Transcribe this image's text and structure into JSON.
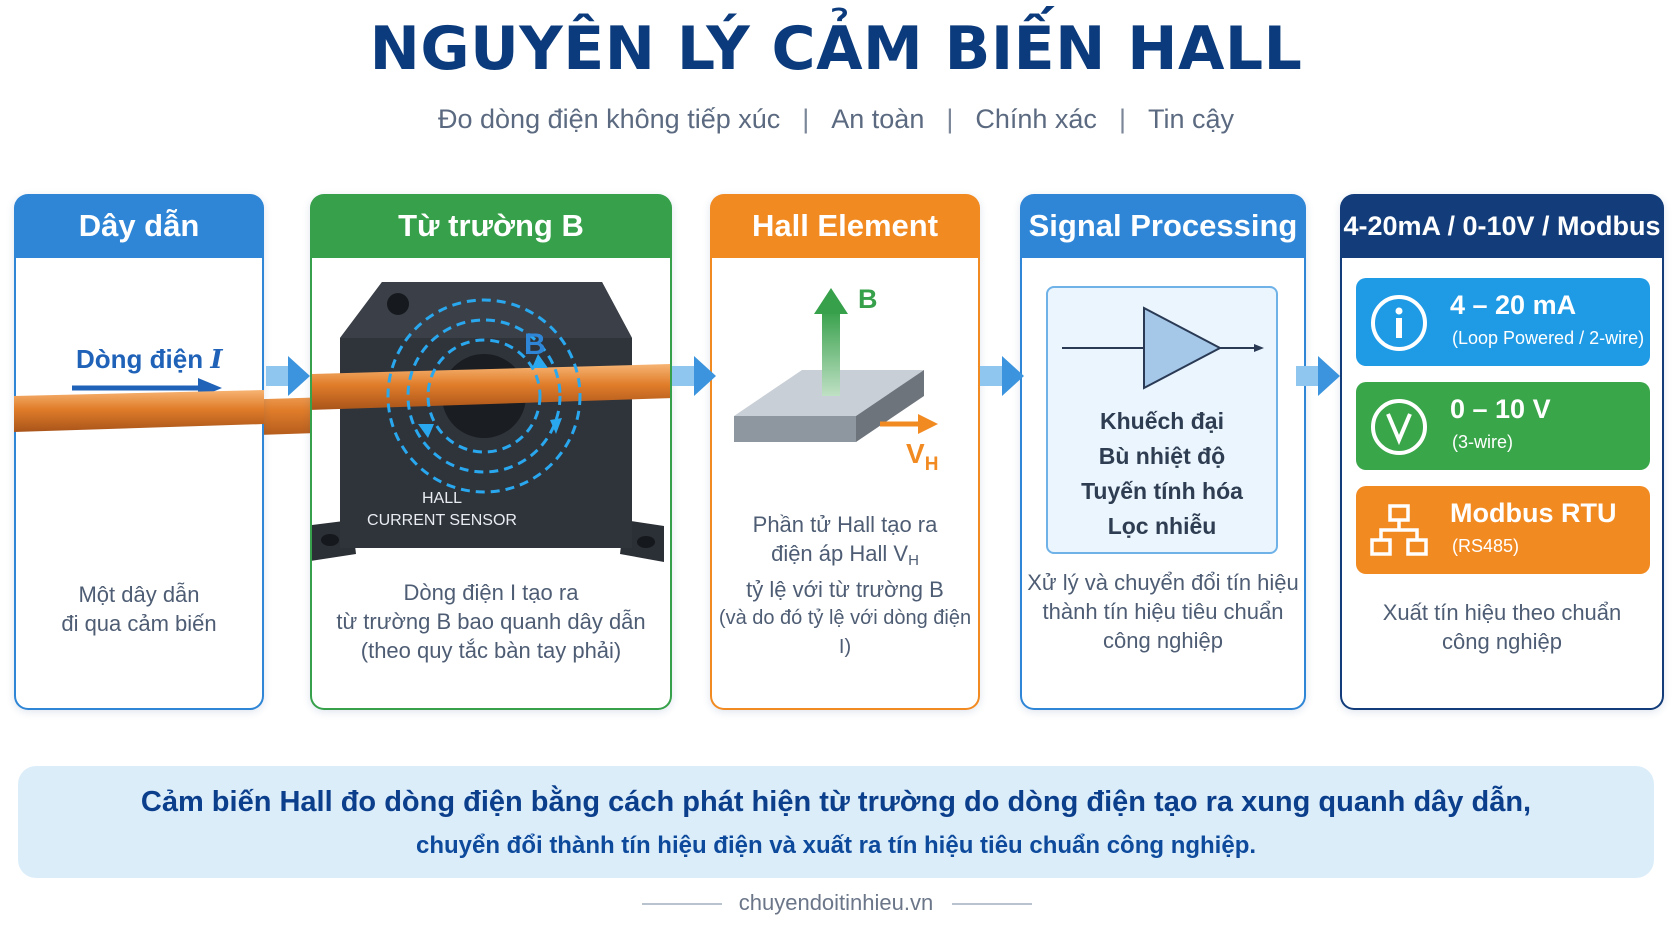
{
  "title": "NGUYÊN LÝ CẢM BIẾN HALL",
  "subtitle": {
    "parts": [
      "Đo dòng điện không tiếp xúc",
      "An toàn",
      "Chính xác",
      "Tin cậy"
    ],
    "separator": "|"
  },
  "panels": [
    {
      "header": "Dây dẫn",
      "current_label": "Dòng điện",
      "current_symbol": "I",
      "caption": [
        "Một dây dẫn",
        "đi qua cảm biến"
      ]
    },
    {
      "header": "Từ trường B",
      "field_label": "B",
      "sensor_text": [
        "HALL",
        "CURRENT SENSOR"
      ],
      "caption": [
        "Dòng điện I tạo ra",
        "từ trường B bao quanh dây dẫn",
        "(theo quy tắc bàn tay phải)"
      ]
    },
    {
      "header": "Hall Element",
      "field_label": "B",
      "voltage_label": "V",
      "voltage_sub": "H",
      "caption": [
        "Phần tử Hall tạo ra",
        "điện áp Hall V",
        "tỷ lệ với từ trường B",
        "(và do đó tỷ lệ với dòng điện I)"
      ],
      "caption_sub": "H"
    },
    {
      "header": "Signal Processing",
      "functions": [
        "Khuếch đại",
        "Bù nhiệt độ",
        "Tuyến tính hóa",
        "Lọc nhiễu"
      ],
      "caption": [
        "Xử lý và chuyển đổi tín hiệu",
        "thành tín hiệu tiêu chuẩn",
        "công nghiệp"
      ]
    },
    {
      "header": "4-20mA / 0-10V / Modbus",
      "outputs": [
        {
          "label": "4 – 20 mA",
          "note": "(Loop Powered / 2-wire)",
          "color": "#1f9be6",
          "icon": "info-circle-icon"
        },
        {
          "label": "0 – 10 V",
          "note": "(3-wire)",
          "color": "#3aa64a",
          "icon": "volt-circle-icon"
        },
        {
          "label": "Modbus RTU",
          "note": "(RS485)",
          "color": "#f28a22",
          "icon": "network-icon"
        }
      ],
      "caption": [
        "Xuất tín hiệu theo chuẩn",
        "công nghiệp"
      ]
    }
  ],
  "summary": {
    "line1": "Cảm biến Hall đo dòng điện bằng cách phát hiện từ trường do dòng điện tạo ra xung quanh dây dẫn,",
    "line2": "chuyển đổi thành tín hiệu điện và xuất ra tín hiệu tiêu chuẩn công nghiệp."
  },
  "footer": "chuyendoitinhieu.vn",
  "colors": {
    "title": "#0b3b7c",
    "blue": "#2f86d6",
    "green": "#36a04a",
    "orange": "#f28a22",
    "navy": "#123d7a",
    "copper": "#e07d2a"
  }
}
